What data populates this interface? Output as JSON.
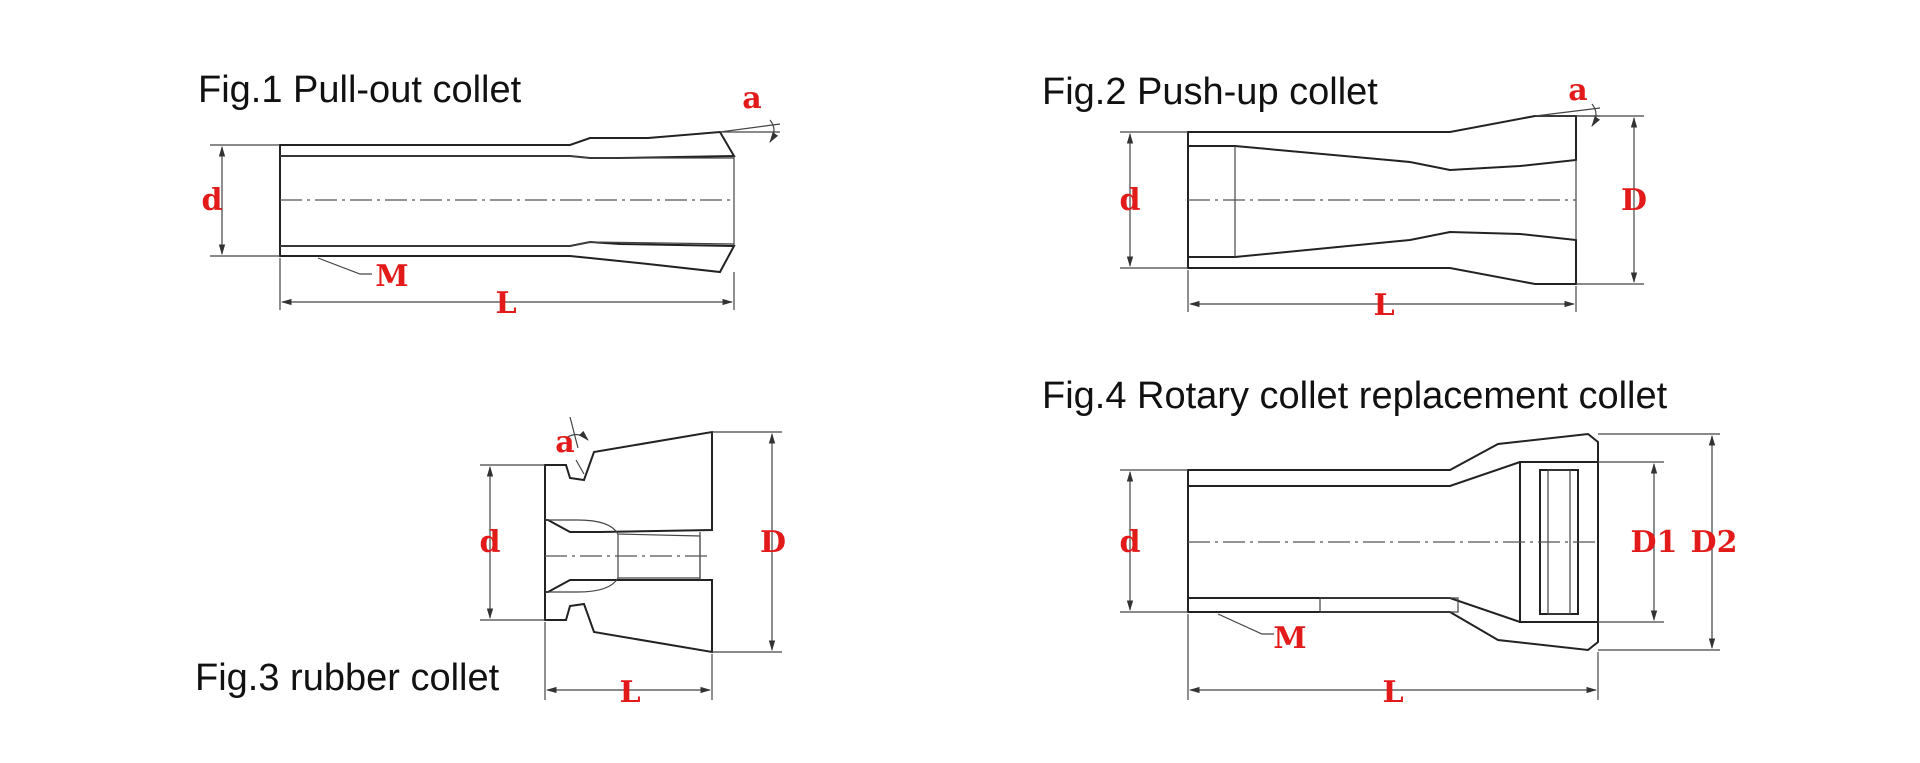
{
  "colors": {
    "label": "#e21a1a",
    "outline": "#222222",
    "background": "#ffffff"
  },
  "figures": [
    {
      "title": "Fig.1 Pull-out collet",
      "labels": {
        "angle": "a",
        "d": "d",
        "M": "M",
        "L": "L"
      }
    },
    {
      "title": "Fig.2 Push-up collet",
      "labels": {
        "angle": "a",
        "d": "d",
        "D": "D",
        "L": "L"
      }
    },
    {
      "title": "Fig.3 rubber collet",
      "labels": {
        "angle": "a",
        "d": "d",
        "D": "D",
        "L": "L"
      }
    },
    {
      "title": "Fig.4 Rotary collet replacement collet",
      "labels": {
        "d": "d",
        "D1": "D1",
        "D2": "D2",
        "M": "M",
        "L": "L"
      }
    }
  ]
}
